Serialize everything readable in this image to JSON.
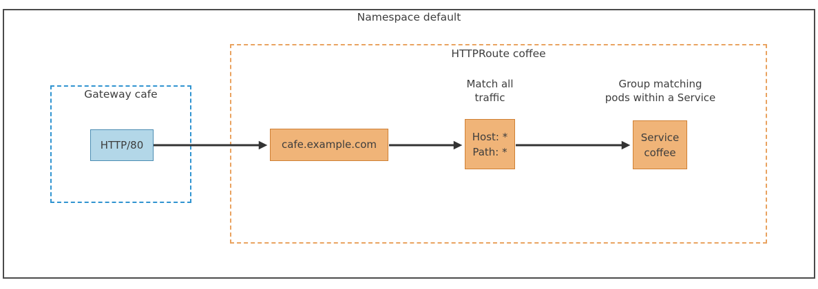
{
  "colors": {
    "outer-border": "#4a4a4a",
    "text": "#3d3d3d",
    "gateway-dash": "#2f93d0",
    "route-dash": "#e9a25f",
    "listener-fill": "#b3d7e8",
    "listener-border": "#4a8cb2",
    "rule-fill": "#f0b478",
    "rule-border": "#cf7f33",
    "arrow": "#333333"
  },
  "diagram": {
    "namespace": {
      "label": "Namespace default"
    },
    "gateway": {
      "label": "Gateway cafe",
      "listener_label": "HTTP/80"
    },
    "httproute": {
      "label": "HTTPRoute coffee",
      "hostname_label": "cafe.example.com",
      "match": {
        "annotation_line1": "Match all",
        "annotation_line2": "traffic",
        "host_label": "Host: *",
        "path_label": "Path: *"
      },
      "backend": {
        "annotation_line1": "Group matching",
        "annotation_line2": "pods within a Service",
        "label_line1": "Service",
        "label_line2": "coffee"
      }
    }
  }
}
